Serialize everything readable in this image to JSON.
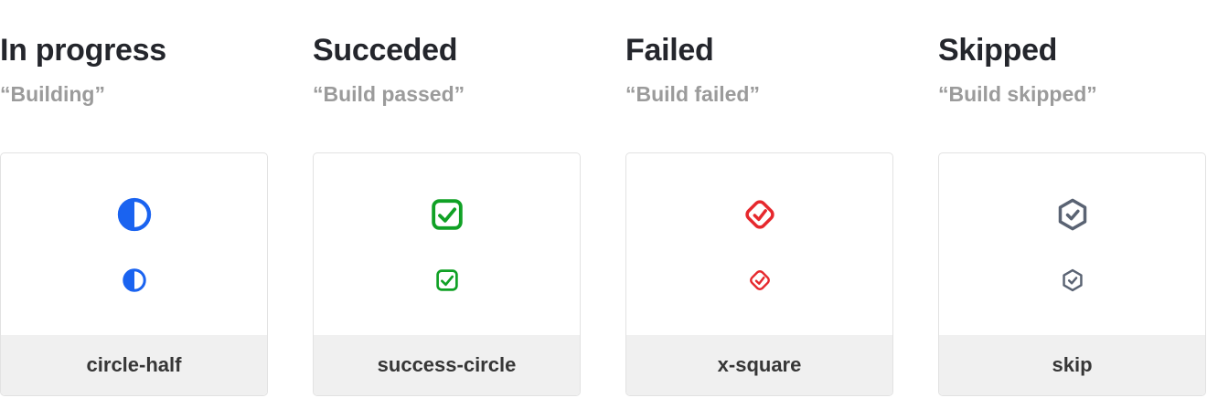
{
  "page": {
    "background": "#ffffff"
  },
  "colors": {
    "heading_text": "#24262c",
    "subtitle_text": "#9b9b9b",
    "label_text": "#363636",
    "card_border": "#e2e2e2",
    "footer_background": "#f0f0f0",
    "in_progress_blue": "#1a63f0",
    "succeeded_green": "#10a125",
    "failed_red": "#e6282d",
    "skipped_slate": "#5a6373"
  },
  "columns": [
    {
      "title": "In progress",
      "subtitle": "“Building”",
      "icon": "circle-half-icon",
      "label": "circle-half",
      "color": "#1a63f0"
    },
    {
      "title": "Succeded",
      "subtitle": "“Build passed”",
      "icon": "success-circle-icon",
      "label": "success-circle",
      "color": "#10a125"
    },
    {
      "title": "Failed",
      "subtitle": "“Build failed”",
      "icon": "x-square-icon",
      "label": "x-square",
      "color": "#e6282d"
    },
    {
      "title": "Skipped",
      "subtitle": "“Build skipped”",
      "icon": "skip-icon",
      "label": "skip",
      "color": "#5a6373"
    }
  ]
}
